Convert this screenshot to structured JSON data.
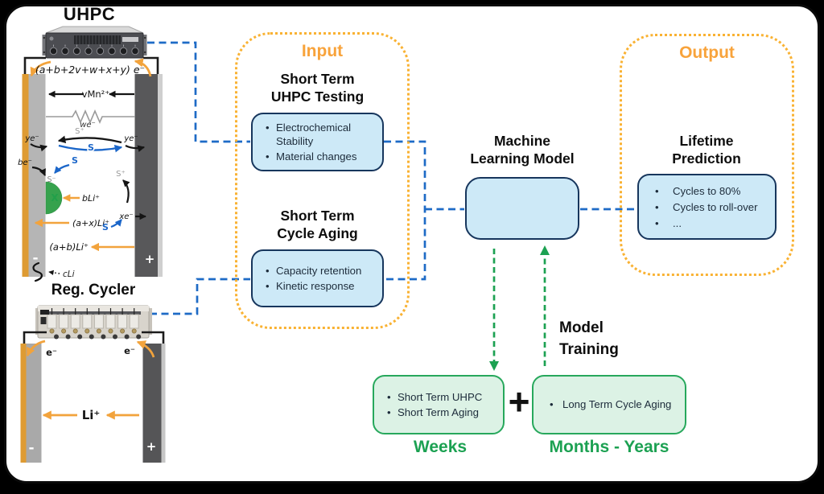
{
  "colors": {
    "accent_orange": "#F8A33B",
    "dotted_border": "#F9B233",
    "blue_dashed": "#1E6BC6",
    "panel_blue_fill": "#CDE9F7",
    "panel_blue_border": "#17365D",
    "green": "#1CA152",
    "green_fill": "#DCF2E5",
    "green_border": "#27A85C",
    "arrow_orange": "#F2A33C",
    "electrode_orange": "#DE9B33",
    "deposit_green": "#36A24D"
  },
  "uhpc": {
    "title": "UHPC",
    "cell": {
      "electron_flow": "(a+b+2v+w+x+y) e⁻",
      "mn_transfer": "vMn²⁺",
      "we": "we⁻",
      "s_plus_top": "S⁺",
      "s_shuttle_top": "S",
      "ye_left": "ye⁻",
      "ye_right": "ye⁻",
      "be": "be⁻",
      "s_blue_left": "S",
      "s_minus": "S⁻",
      "x_species": "X",
      "b_li": "bLi⁺",
      "ax_li": "(a+x)Li⁺",
      "s_plus_right": "S⁺",
      "xe": "xe⁻",
      "s_blue_right": "S",
      "ab_li": "(a+b)Li⁺",
      "c_li": "cLi",
      "neg": "-",
      "pos": "+"
    }
  },
  "cycler": {
    "title": "Reg. Cycler",
    "cell": {
      "e_left": "e⁻",
      "e_right": "e⁻",
      "li": "Li⁺",
      "neg": "-",
      "pos": "+"
    }
  },
  "input": {
    "title": "Input",
    "sections": [
      {
        "heading1": "Short Term",
        "heading2": "UHPC Testing",
        "bullets": [
          "Electrochemical Stability",
          "Material changes"
        ]
      },
      {
        "heading1": "Short Term",
        "heading2": "Cycle Aging",
        "bullets": [
          "Capacity retention",
          "Kinetic response"
        ]
      }
    ]
  },
  "ml": {
    "heading1": "Machine",
    "heading2": "Learning Model"
  },
  "output": {
    "title": "Output",
    "heading1": "Lifetime",
    "heading2": "Prediction",
    "bullets": [
      "Cycles to 80%",
      "Cycles to roll-over",
      "..."
    ]
  },
  "training": {
    "heading1": "Model",
    "heading2": "Training",
    "plus": "+",
    "left_box": {
      "bullets": [
        "Short Term UHPC",
        "Short Term Aging"
      ],
      "caption": "Weeks"
    },
    "right_box": {
      "bullets": [
        "Long Term Cycle Aging"
      ],
      "caption": "Months - Years"
    }
  }
}
